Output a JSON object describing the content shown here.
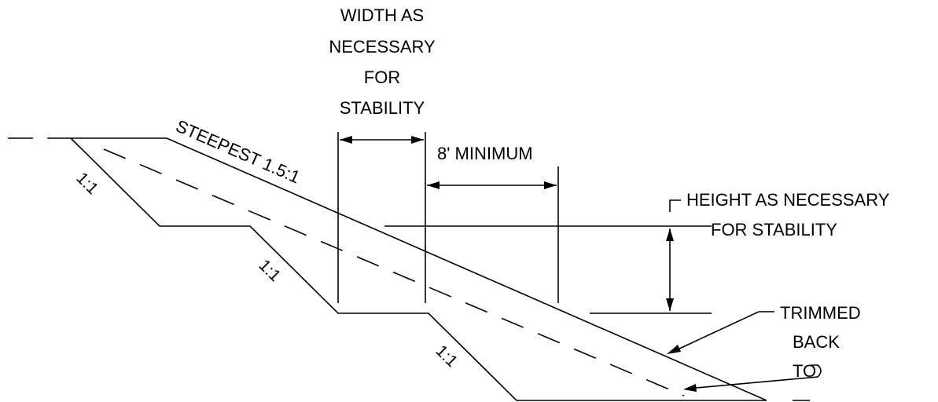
{
  "labels": {
    "width_note": [
      "WIDTH AS",
      "NECESSARY",
      "FOR",
      "STABILITY"
    ],
    "steepest": "STEEPEST 1.5:1",
    "minimum": "8' MINIMUM",
    "height_note": [
      "HEIGHT AS NECESSARY",
      "FOR STABILITY"
    ],
    "trimmed_note": [
      "TRIMMED",
      "BACK",
      "TO"
    ],
    "slope_1": "1:1",
    "slope_2": "1:1",
    "slope_3": "1:1"
  }
}
